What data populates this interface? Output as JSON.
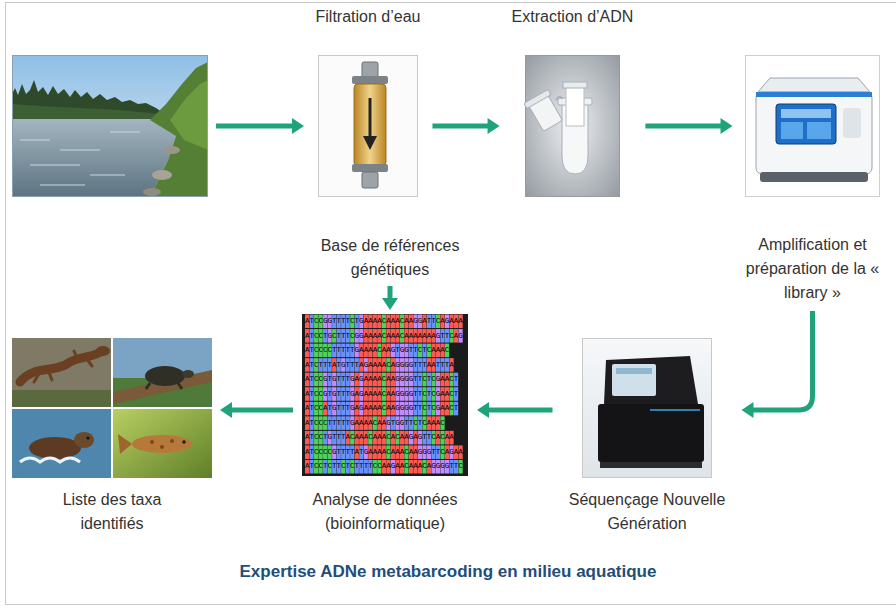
{
  "diagram": {
    "title": "Expertise ADNe metabarcoding en milieu aquatique",
    "nodes": [
      {
        "text": [
          "Filtration d’eau"
        ]
      },
      {
        "text": [
          "Extraction d’ADN"
        ]
      },
      {
        "text": [
          "Amplification et préparation de la « library »"
        ]
      },
      {
        "text": [
          "Séquençage Nouvelle Génération"
        ]
      },
      {
        "text": [
          "Analyse de données (bioinformatique)"
        ]
      },
      {
        "text": [
          "Base de références génétiques"
        ]
      },
      {
        "text": [
          "Liste des taxa identifiés"
        ]
      }
    ],
    "edges": [
      {
        "from": 0,
        "to": 1,
        "arrow": "to"
      },
      {
        "from": 1,
        "to": 2,
        "arrow": "to"
      },
      {
        "from": 2,
        "to": 3,
        "arrow": "to"
      },
      {
        "from": 3,
        "to": 4,
        "arrow": "to"
      },
      {
        "from": 4,
        "to": 6,
        "arrow": "to"
      },
      {
        "from": 5,
        "to": 4,
        "arrow": "to"
      }
    ],
    "labels": [
      "ATCCGGTTTTCTGAAAACAAACAAGGATTCAGAAA",
      "ATCCTGCTTTCGGAAAACAAACAAAAAAAGTTCAG",
      "ATCCCCTTTTTGAAAACAAGTGGTTCTCAAAC",
      "ATCTTTATGTTTAGAAAACAGGGGTTTAATTTA",
      "ATCCGTGTTTGAGAAAACAAGGGGTTCTCGAACT",
      "ATCCGTGTTTGAGAAAACAAGGGGTTCTCGAACT",
      "ATCCATGTTTGAGAAAACAAGGGGTTCTCGAACT",
      "ATCCCTTTTTGAAAACAAGTGGTTCTCAAAC",
      "ATCCTGTTTACAAACAAACACAAGAGTTCACAA",
      "ATCCCCGTTTTATGAAAACAAACAAGGGTTCAGAA",
      "ATCCTCTTCTCTTTTCCAAGAACAAACAGGGGTTC"
    ]
  }
}
